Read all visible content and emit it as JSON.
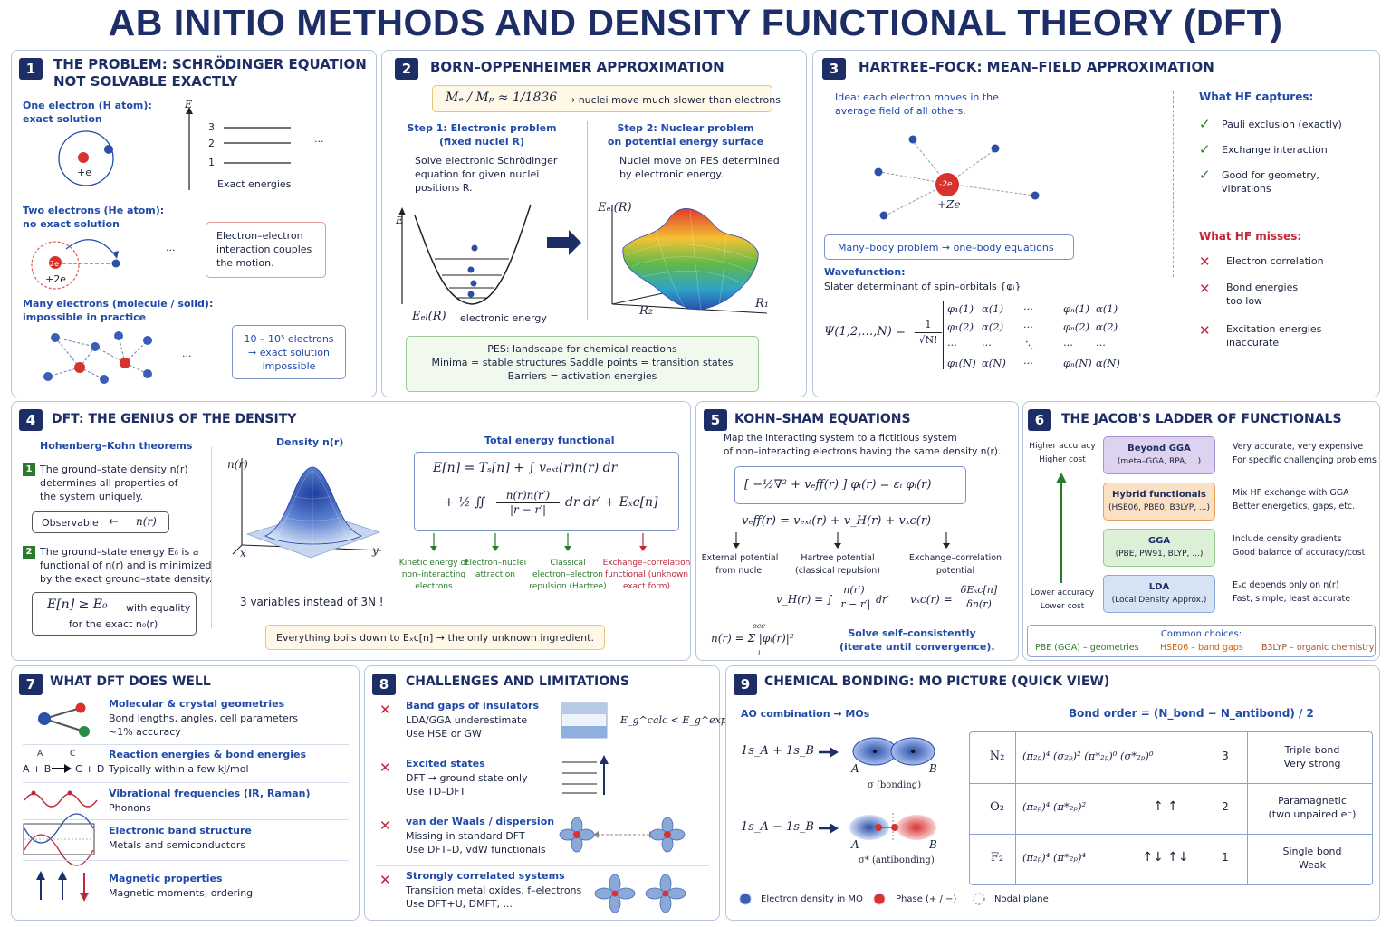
{
  "title": "AB INITIO METHODS AND DENSITY FUNCTIONAL THEORY (DFT)",
  "p1": {
    "num": "1",
    "title1": "THE PROBLEM: SCHRÖDINGER EQUATION",
    "title2": "NOT SOLVABLE EXACTLY",
    "h_label1": "One electron (H atom):",
    "h_label2": "exact solution",
    "nucleus_h": "+e",
    "axis_e": "E",
    "levels": [
      "3",
      "2",
      "1"
    ],
    "dots": "···",
    "exact_energies": "Exact energies",
    "he_label1": "Two electrons (He atom):",
    "he_label2": "no exact solution",
    "nucleus_he": "+2e",
    "he_inner": "2e",
    "coupling1": "Electron–electron",
    "coupling2": "interaction couples",
    "coupling3": "the motion.",
    "many_label1": "Many electrons (molecule / solid):",
    "many_label2": "impossible in practice",
    "count1": "10 – 10⁵ electrons",
    "count2": "→ exact solution",
    "count3": "impossible"
  },
  "p2": {
    "num": "2",
    "title": "BORN–OPPENHEIMER APPROXIMATION",
    "ratio_math": "Mₑ / Mₚ ≈ 1/1836",
    "ratio_text": "→ nuclei move much slower than electrons",
    "step1_title1": "Step 1: Electronic problem",
    "step1_title2": "(fixed nuclei R)",
    "step1_text1": "Solve electronic Schrödinger",
    "step1_text2": "equation for given nuclei",
    "step1_text3": "positions R.",
    "step2_title1": "Step 2: Nuclear problem",
    "step2_title2": "on potential energy surface",
    "step2_text1": "Nuclei move on PES determined",
    "step2_text2": "by electronic energy.",
    "axis_e": "E",
    "eel_left": "Eₑₗ(R)",
    "eel_left_text": "electronic energy",
    "eel_top": "Eₑₗ(R)",
    "r1": "R₁",
    "r2": "R₂",
    "pes1": "PES: landscape for chemical reactions",
    "pes2": "Minima = stable structures      Saddle points = transition states",
    "pes3": "Barriers = activation energies"
  },
  "p3": {
    "num": "3",
    "title": "HARTREE–FOCK: MEAN–FIELD APPROXIMATION",
    "idea1": "Idea: each electron moves in the",
    "idea2": "average field of all others.",
    "nucleus": "-2e",
    "nucleus_label": "+Ze",
    "many_body": "Many–body problem  →  one–body equations",
    "wf_title": "Wavefunction:",
    "wf_text": "Slater determinant of spin–orbitals {φᵢ}",
    "psi": "Ψ(1,2,…,N) =",
    "frac_num": "1",
    "frac_den": "√N!",
    "matrix": [
      [
        "φ₁(1)",
        "α(1)",
        "···",
        "φₙ(1)",
        "α(1)"
      ],
      [
        "φ₁(2)",
        "α(2)",
        "···",
        "φₙ(2)",
        "α(2)"
      ],
      [
        "···",
        "···",
        "⋱",
        "···",
        "···"
      ],
      [
        "φ₁(N)",
        "α(N)",
        "···",
        "φₙ(N)",
        "α(N)"
      ]
    ],
    "captures_title": "What HF captures:",
    "captures": [
      "Pauli exclusion (exactly)",
      "Exchange interaction",
      "Good for geometry,",
      "vibrations"
    ],
    "misses_title": "What HF misses:",
    "misses": [
      "Electron correlation",
      "Bond energies",
      "too low",
      "Excitation energies",
      "inaccurate"
    ],
    "check": "✓",
    "cross": "✕"
  },
  "p4": {
    "num": "4",
    "title": "DFT: THE GENIUS OF THE DENSITY",
    "hk_title": "Hohenberg–Kohn theorems",
    "n1": "1",
    "hk1_1": "The ground–state density n(r)",
    "hk1_2": "determines all properties of",
    "hk1_3": "the system uniquely.",
    "observable": "Observable",
    "arrow_left": "←",
    "nr": "n(r)",
    "n2": "2",
    "hk2_1": "The ground–state energy E₀ is a",
    "hk2_2": "functional of n(r) and is minimized",
    "hk2_3": "by the exact ground–state density.",
    "ineq": "E[n] ≥ E₀",
    "ineq_text": "with equality",
    "ineq_text2": "for the exact n₀(r)",
    "density_title": "Density n(r)",
    "axis_n": "n(r)",
    "axis_x": "x",
    "axis_y": "y",
    "vars": "3 variables instead of 3N !",
    "total_title": "Total energy functional",
    "eq1": "E[n] = Tₛ[n] + ∫ vₑₓₜ(r)n(r) dr",
    "eq2a": "+ ½ ∬",
    "eq2_num": "n(r)n(r′)",
    "eq2_den": "|r − r′|",
    "eq2b": "dr dr′ + Eₓc[n]",
    "term1": [
      "Kinetic energy of",
      "non–interacting",
      "electrons"
    ],
    "term2": [
      "Electron–nuclei",
      "attraction"
    ],
    "term3": [
      "Classical",
      "electron–electron",
      "repulsion (Hartree)"
    ],
    "term4": [
      "Exchange–correlation",
      "functional (unknown",
      "exact form)"
    ],
    "bottom": "Everything boils down to Eₓc[n] → the only unknown ingredient."
  },
  "p5": {
    "num": "5",
    "title": "KOHN–SHAM EQUATIONS",
    "intro1": "Map the interacting system to a fictitious system",
    "intro2": "of non–interacting electrons having the same density n(r).",
    "ks_eq": "[ −½∇² + vₑff(r) ] φᵢ(r) = εᵢ φᵢ(r)",
    "veff": "vₑff(r) = vₑₓₜ(r) + v_H(r) + vₓc(r)",
    "term1": [
      "External potential",
      "from nuclei"
    ],
    "term2": [
      "Hartree potential",
      "(classical repulsion)"
    ],
    "term3": [
      "Exchange–correlation",
      "potential"
    ],
    "vh": "v_H(r) = ∫",
    "vh_num": "n(r′)",
    "vh_den": "|r − r′|",
    "vh_tail": "dr′",
    "vxc": "vₓc(r) =",
    "vxc_num": "δEₓc[n]",
    "vxc_den": "δn(r)",
    "density_eq": "n(r) = Σ |φᵢ(r)|²",
    "occ": "occ",
    "sum_i": "i",
    "solve1": "Solve self–consistently",
    "solve2": "(iterate until convergence)."
  },
  "p6": {
    "num": "6",
    "title": "THE JACOB'S LADDER OF FUNCTIONALS",
    "higher1": "Higher accuracy",
    "higher2": "Higher cost",
    "lower1": "Lower accuracy",
    "lower2": "Lower cost",
    "rungs": [
      {
        "name": "Beyond GGA",
        "sub": "(meta–GGA, RPA, ...)",
        "d1": "Very accurate, very expensive",
        "d2": "For specific challenging problems",
        "color": "#ddd3ee",
        "border": "#a793cf"
      },
      {
        "name": "Hybrid functionals",
        "sub": "(HSE06, PBE0, B3LYP, ...)",
        "d1": "Mix HF exchange with GGA",
        "d2": "Better energetics, gaps, etc.",
        "color": "#fbe1c4",
        "border": "#e3a35c"
      },
      {
        "name": "GGA",
        "sub": "(PBE, PW91, BLYP, ...)",
        "d1": "Include density gradients",
        "d2": "Good balance of accuracy/cost",
        "color": "#dcefd7",
        "border": "#98c98e"
      },
      {
        "name": "LDA",
        "sub": "(Local Density Approx.)",
        "d1": "Eₓc depends only on n(r)",
        "d2": "Fast, simple, least accurate",
        "color": "#d5e3f5",
        "border": "#8aa9d8"
      }
    ],
    "common_title": "Common choices:",
    "common1": "PBE (GGA) – geometries",
    "common2": "HSE06 – band gaps",
    "common3": "B3LYP – organic chemistry"
  },
  "p7": {
    "num": "7",
    "title": "WHAT DFT DOES WELL",
    "items": [
      {
        "t": "Molecular & crystal geometries",
        "d1": "Bond lengths, angles, cell parameters",
        "d2": "~1% accuracy"
      },
      {
        "t": "Reaction energies & bond energies",
        "d1": "Typically within a few kJ/mol",
        "d2": ""
      },
      {
        "t": "Vibrational frequencies (IR, Raman)",
        "d1": "Phonons",
        "d2": ""
      },
      {
        "t": "Electronic band structure",
        "d1": "Metals and semiconductors",
        "d2": ""
      },
      {
        "t": "Magnetic properties",
        "d1": "Magnetic moments, ordering",
        "d2": ""
      }
    ],
    "rxn_a": "A + B",
    "rxn_c": "C + D",
    "rxn_top_l": "A",
    "rxn_top_r": "C"
  },
  "p8": {
    "num": "8",
    "title": "CHALLENGES AND LIMITATIONS",
    "items": [
      {
        "t": "Band gaps of insulators",
        "d1": "LDA/GGA underestimate",
        "d2": "Use HSE or GW"
      },
      {
        "t": "Excited states",
        "d1": "DFT → ground state only",
        "d2": "Use TD–DFT"
      },
      {
        "t": "van der Waals / dispersion",
        "d1": "Missing in standard DFT",
        "d2": "Use DFT–D, vdW functionals"
      },
      {
        "t": "Strongly correlated systems",
        "d1": "Transition metal oxides, f–electrons",
        "d2": "Use DFT+U, DMFT, ..."
      }
    ],
    "gap_eq": "E_g^calc < E_g^exp",
    "cross": "✕"
  },
  "p9": {
    "num": "9",
    "title": "CHEMICAL BONDING: MO PICTURE (QUICK VIEW)",
    "ao_title": "AO combination  →  MOs",
    "bond_order": "Bond order = (N_bond − N_antibond) / 2",
    "plus_eq": "1s_A + 1s_B",
    "minus_eq": "1s_A − 1s_B",
    "label_a": "A",
    "label_b": "B",
    "sigma": "σ (bonding)",
    "sigma_star": "σ* (antibonding)",
    "rows": [
      {
        "mol": "N₂",
        "cfg": "(π₂ₚ)⁴ (σ₂ₚ)² (π*₂ₚ)⁰ (σ*₂ₚ)⁰",
        "spin": "",
        "order": "3",
        "desc1": "Triple bond",
        "desc2": "Very strong"
      },
      {
        "mol": "O₂",
        "cfg": "(π₂ₚ)⁴ (π*₂ₚ)²",
        "spin": "↑    ↑",
        "order": "2",
        "desc1": "Paramagnetic",
        "desc2": "(two unpaired e⁻)"
      },
      {
        "mol": "F₂",
        "cfg": "(π₂ₚ)⁴ (π*₂ₚ)⁴",
        "spin": "↑↓   ↑↓",
        "order": "1",
        "desc1": "Single bond",
        "desc2": "Weak"
      }
    ],
    "legend1": "Electron density in MO",
    "legend2": "Phase (+ / −)",
    "legend3": "Nodal plane"
  }
}
